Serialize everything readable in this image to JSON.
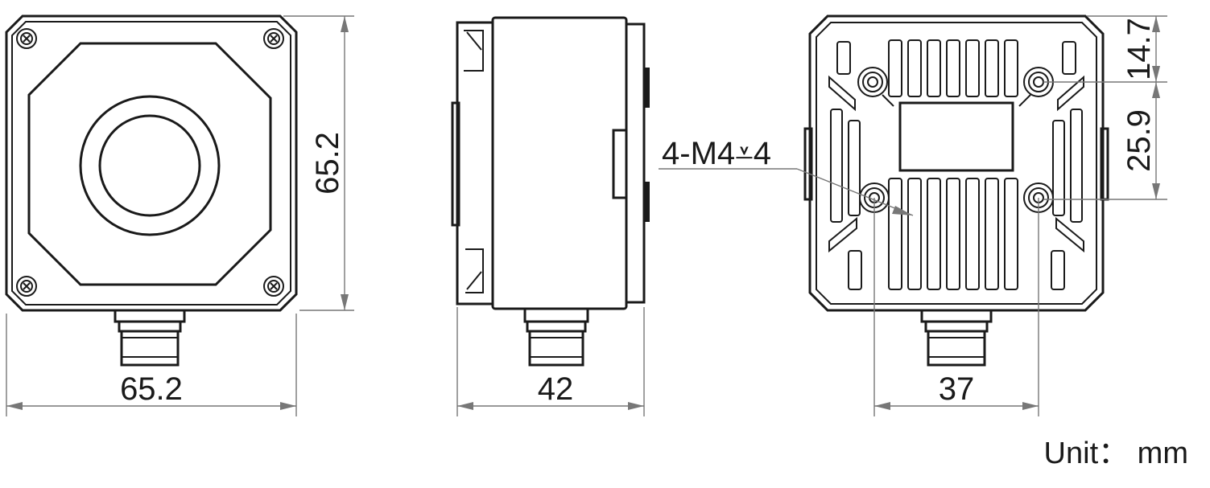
{
  "colors": {
    "line": "#1a1a1a",
    "dimension": "#777777",
    "background": "#ffffff"
  },
  "front_view": {
    "width_label": "65.2",
    "height_label": "65.2"
  },
  "side_view": {
    "depth_label": "42"
  },
  "rear_view": {
    "hole_spacing_label": "37",
    "top_offset_label": "14.7",
    "vertical_spacing_label": "25.9",
    "thread_callout": "4-M4⩡4"
  },
  "unit_label": "Unit： mm"
}
